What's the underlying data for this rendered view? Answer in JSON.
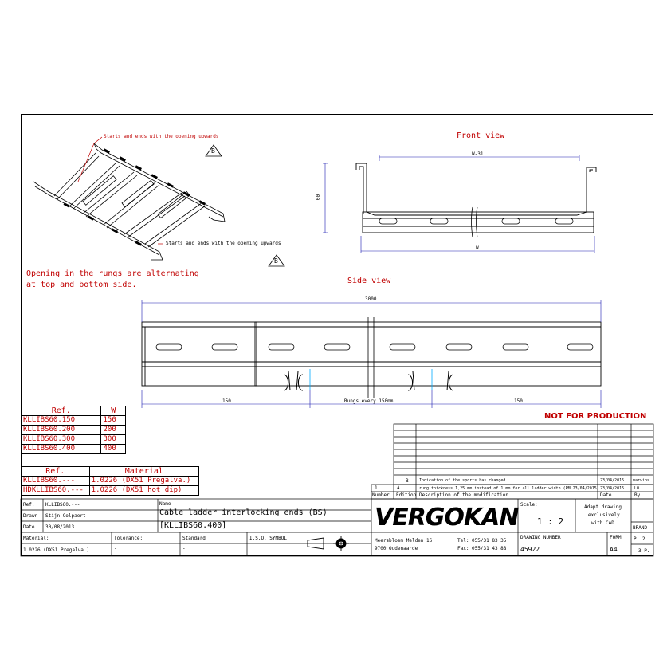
{
  "labels": {
    "starts_top": "Starts and ends with the opening upwards",
    "starts_bottom": "Starts and ends with the opening upwards",
    "detail_b": "B",
    "front_view": "Front view",
    "side_view": "Side view",
    "opening_note_1": "Opening in the rungs are alternating",
    "opening_note_2": "at top and bottom side.",
    "dim_w31": "W-31",
    "dim_60": "60",
    "dim_w": "W",
    "dim_3000": "3000",
    "dim_150_left": "150",
    "dim_rungs": "Rungs every 150mm",
    "dim_150_right": "150",
    "not_for_production": "NOT FOR PRODUCTION"
  },
  "ref_table": {
    "header_ref": "Ref.",
    "header_w": "W",
    "rows": [
      {
        "ref": "KLLIBS60.150",
        "w": "150"
      },
      {
        "ref": "KLLIBS60.200",
        "w": "200"
      },
      {
        "ref": "KLLIBS60.300",
        "w": "300"
      },
      {
        "ref": "KLLIBS60.400",
        "w": "400"
      }
    ]
  },
  "material_table": {
    "header_ref": "Ref.",
    "header_material": "Material",
    "rows": [
      {
        "ref": "KLLIBS60.---",
        "material": "1.0226 (DX51 Pregalva.)"
      },
      {
        "ref": "HDKLLIBS60.---",
        "material": "1.0226 (DX51 hot dip)"
      }
    ]
  },
  "title_block": {
    "ref_label": "Ref.",
    "ref_value": "KLLIBS60.---",
    "drawn_label": "Drawn",
    "drawn_value": "Stijn Colpaert",
    "date_label": "Date",
    "date_value": "30/08/2013",
    "name_label": "Name",
    "name_line1": "Cable ladder interlocking ends (BS)",
    "name_line2": "[KLLIBS60.400]",
    "material_label": "Material:",
    "material_value": "1.0226 (DX51 Pregalva.)",
    "tolerance_label": "Tolerance:",
    "tolerance_value": "-",
    "standard_label": "Standard",
    "standard_value": "-",
    "iso_label": "I.S.O. SYMBOL",
    "company": "VERGOKAN",
    "address_1": "Meersbloem Melden 16",
    "address_2": "9700 Oudenaarde",
    "tel": "Tel: 055/31 83 35",
    "fax": "Fax: 055/31 43 88",
    "scale_label": "Scale:",
    "scale_value": "1 : 2",
    "adapt_1": "Adapt drawing",
    "adapt_2": "exclusively",
    "adapt_3": "with CAD",
    "drawing_number_label": "DRAWING NUMBER",
    "drawing_number": "45922",
    "form_label": "FORM",
    "form_value": "A4",
    "brand_label": "BRAND",
    "page": "P. 2",
    "pages": "3 P.",
    "number_label": "Number",
    "edition_label": "Edition",
    "description_label": "Description of the modification",
    "datecol_label": "Date",
    "by_label": "By",
    "mod_b_edition": "B",
    "mod_b_desc": "Indication of the sports has changed",
    "mod_b_date": "23/04/2015",
    "mod_b_by": "marvins",
    "mod_a_number": "1",
    "mod_a_edition": "A",
    "mod_a_desc": "rung thickness 1,25 mm instead of 1 mm for all ladder width (PM 23/04/2015)",
    "mod_a_date": "23/04/2015",
    "mod_a_by": "LO"
  },
  "colors": {
    "annotation_red": "#c00000",
    "dimension_blue": "#1a1ab0",
    "line_black": "#000000"
  }
}
